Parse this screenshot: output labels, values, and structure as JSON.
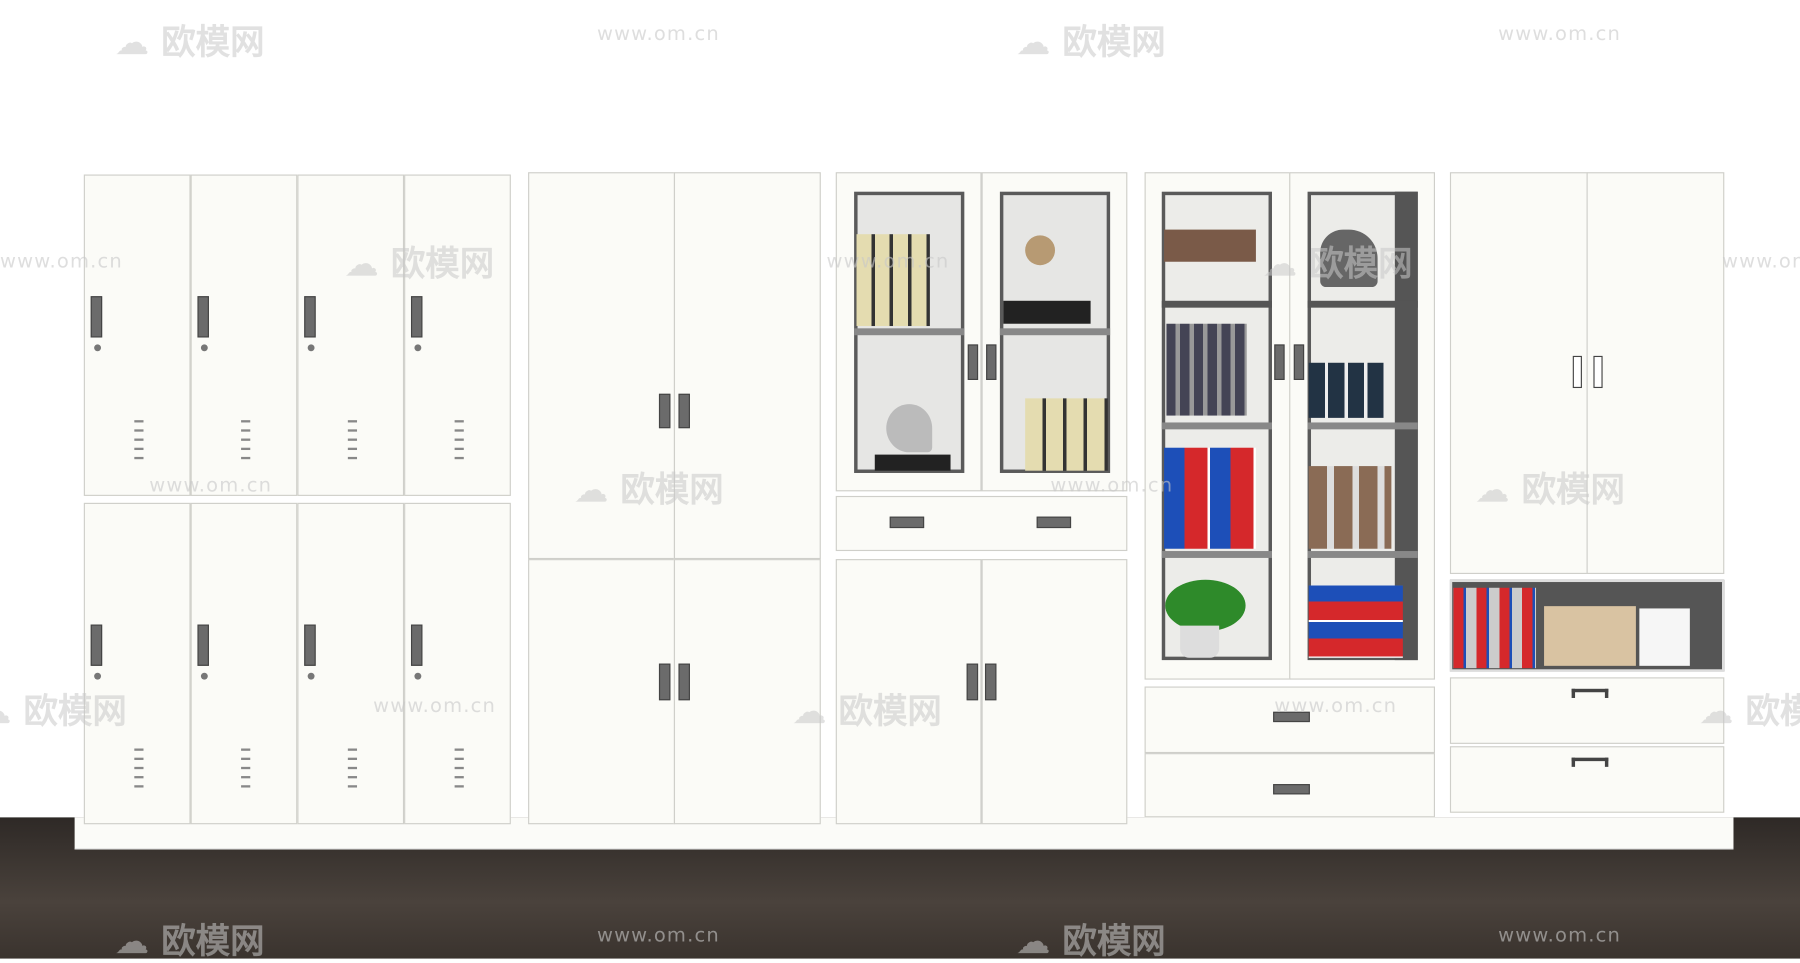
{
  "watermark": {
    "logo_text": "欧模网",
    "url_text": "www.om.cn"
  },
  "scene": {
    "units": [
      "locker-cabinet",
      "two-door-cabinet",
      "glass-display-cabinet",
      "glass-bookcase",
      "storage-cabinet"
    ],
    "colors": {
      "cabinet": "#fbfbf7",
      "handle": "#6b6b6b",
      "floor": "#3a332e",
      "shelf_back": "#5a5a5a"
    }
  }
}
